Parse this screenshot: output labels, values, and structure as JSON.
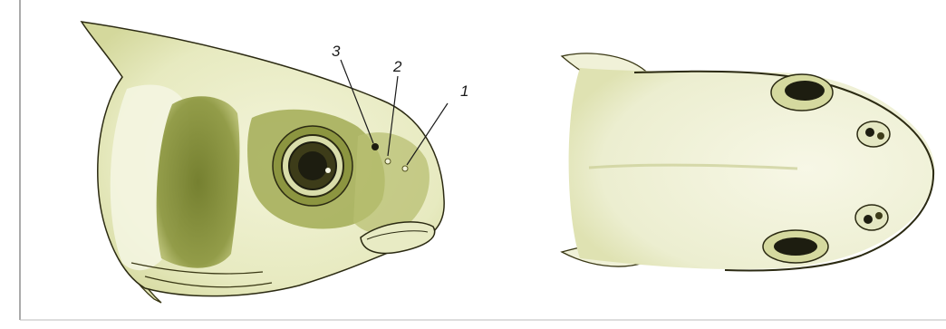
{
  "figure": {
    "labels": [
      "3",
      "2",
      "1"
    ],
    "colors": {
      "paper": "#ffffff",
      "skin": "#eef0cf",
      "skin_shadow": "#d8dba6",
      "dark_patch": "#7f8a33",
      "mid_patch": "#a6ae5a",
      "outline": "#2b2a12",
      "eye_dark": "#1d1d10",
      "frame": "#555555"
    },
    "icons": [
      "fish-head-lateral-view",
      "fish-head-dorsal-view"
    ]
  }
}
